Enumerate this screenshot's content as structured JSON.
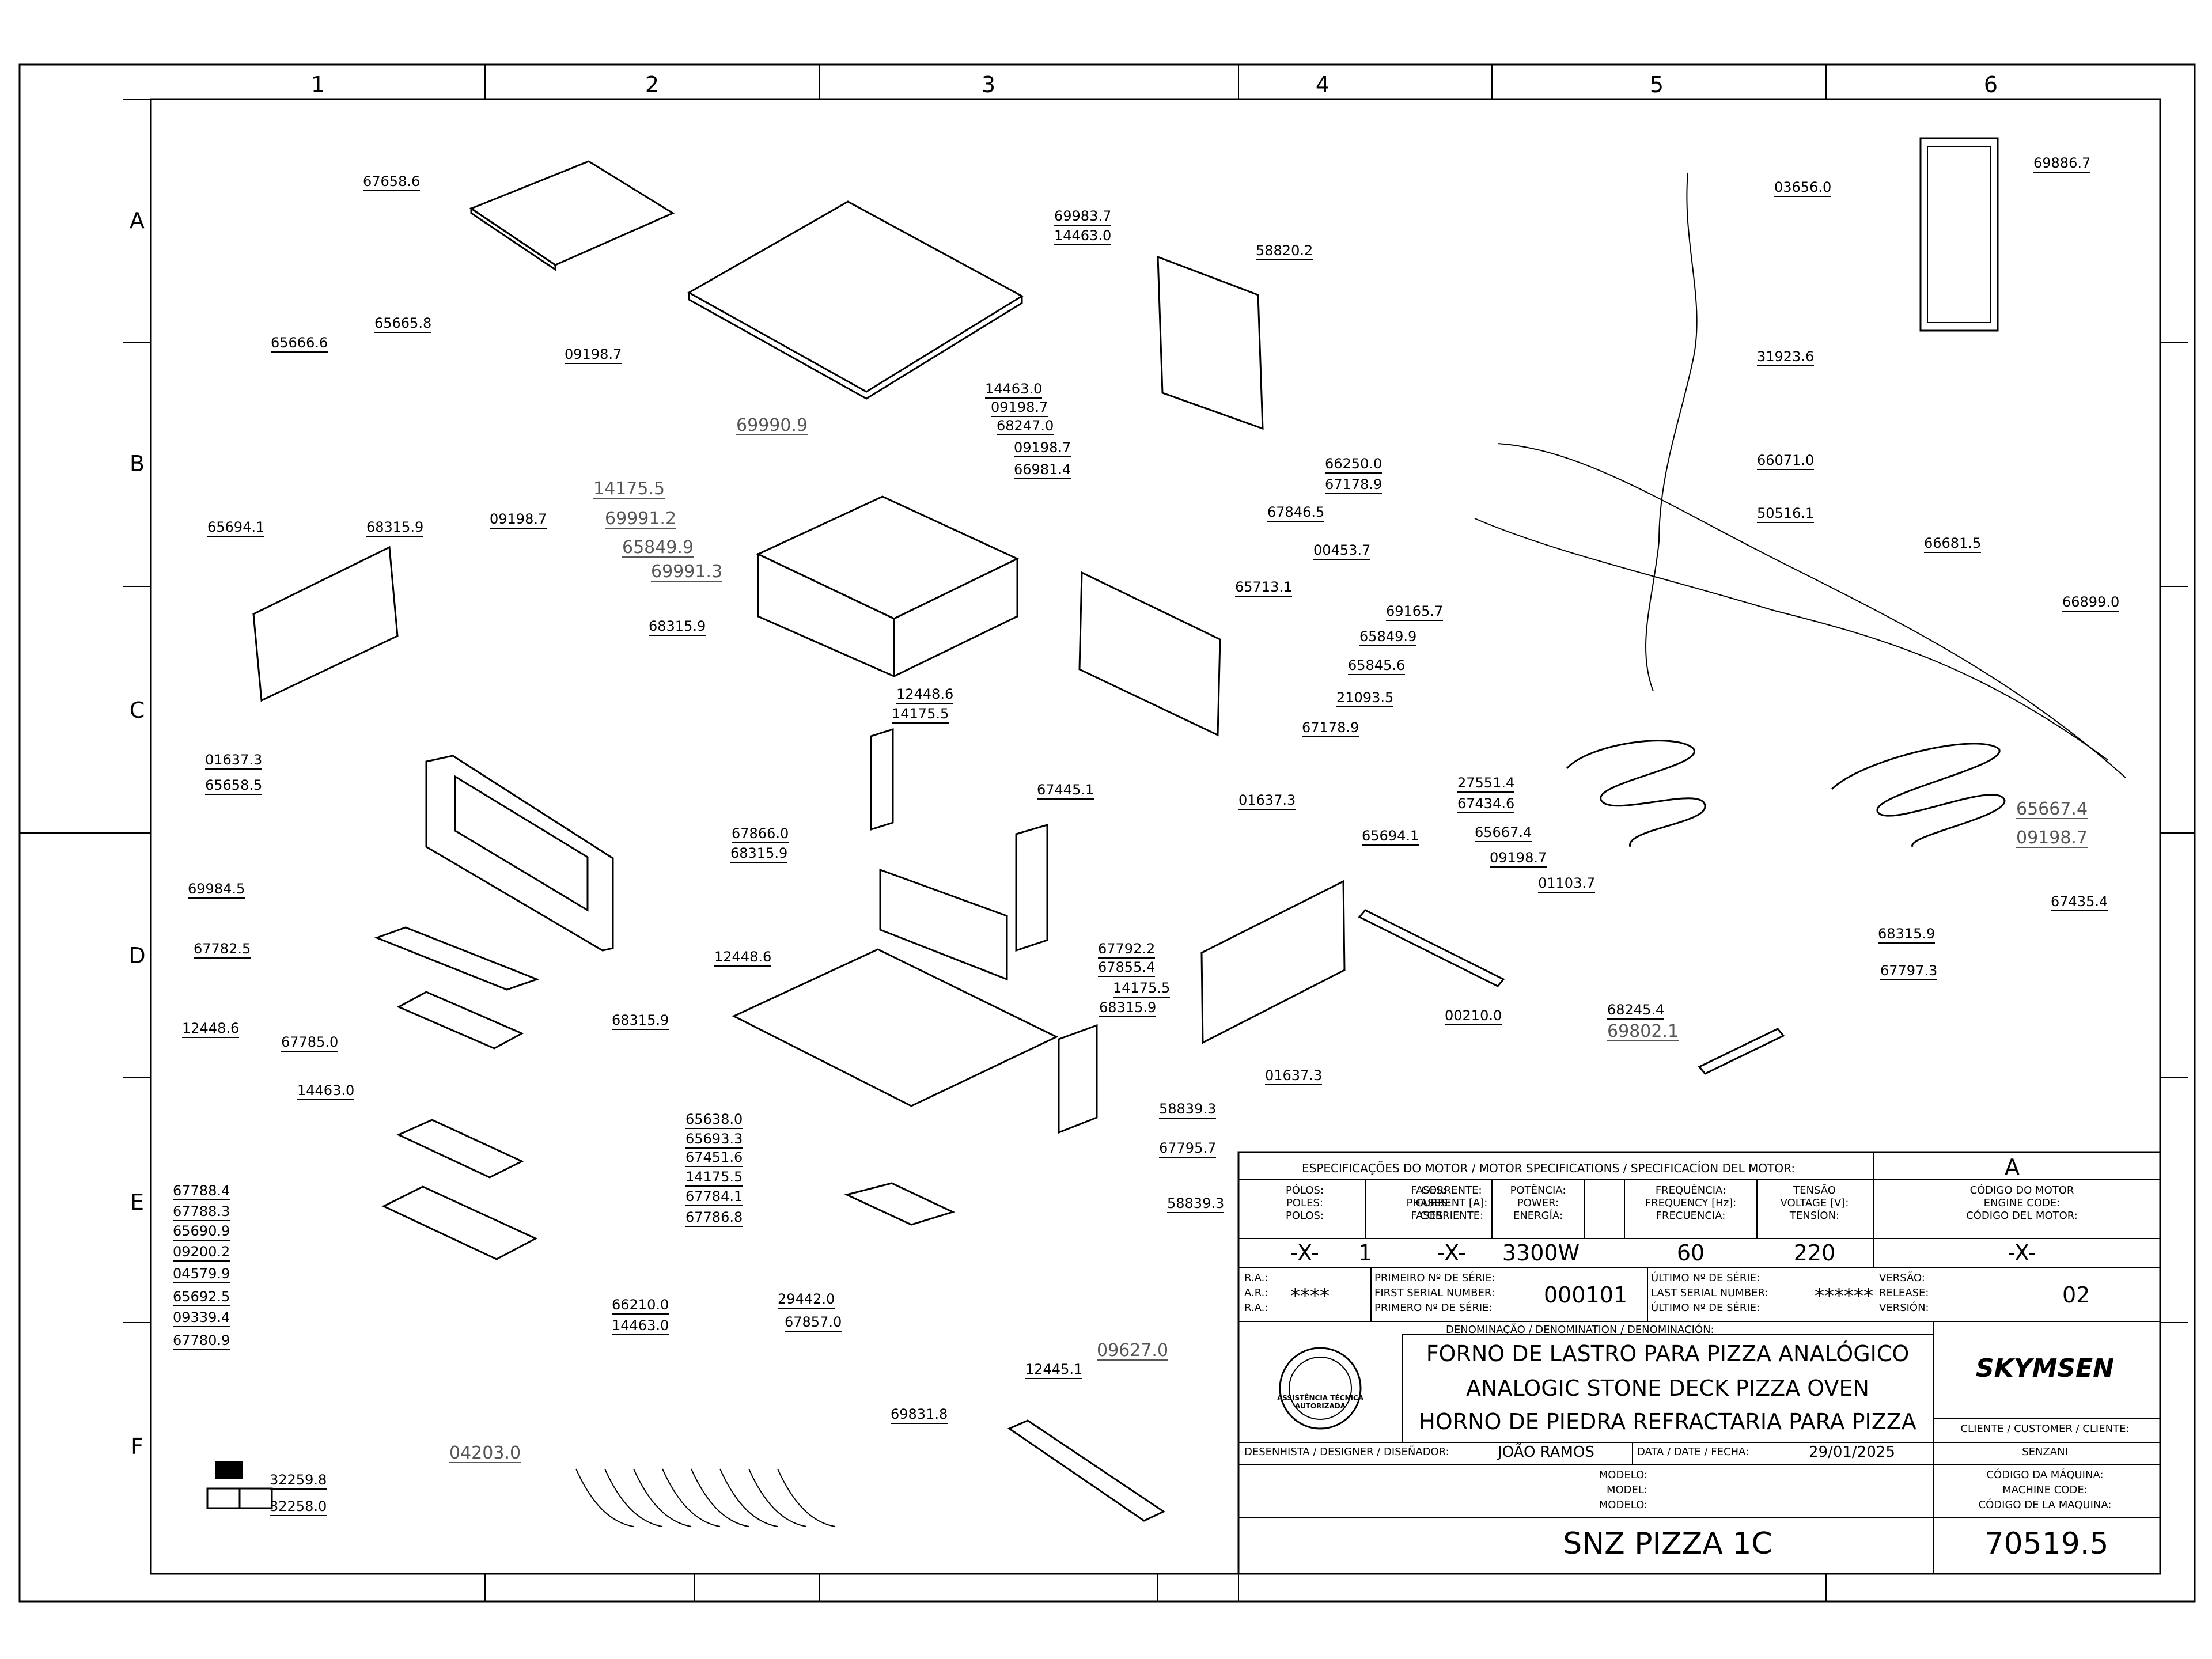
{
  "zones": {
    "columns": [
      "1",
      "2",
      "3",
      "4",
      "5",
      "6"
    ],
    "rows": [
      "A",
      "B",
      "C",
      "D",
      "E",
      "F"
    ]
  },
  "parts": [
    "67658.6",
    "69983.7",
    "14463.0",
    "58820.2",
    "03656.0",
    "69886.7",
    "65665.8",
    "65666.6",
    "09198.7",
    "14463.0",
    "09198.7",
    "68247.0",
    "09198.7",
    "66981.4",
    "69990.9",
    "14175.5",
    "69991.2",
    "65849.9",
    "69991.3",
    "09198.7",
    "31923.6",
    "66250.0",
    "67178.9",
    "67846.5",
    "00453.7",
    "66071.0",
    "50516.1",
    "66681.5",
    "65694.1",
    "68315.9",
    "68315.9",
    "65713.1",
    "69165.7",
    "65849.9",
    "66899.0",
    "65845.6",
    "21093.5",
    "67178.9",
    "12448.6",
    "14175.5",
    "01637.3",
    "65658.5",
    "27551.4",
    "67434.6",
    "65667.4",
    "09198.7",
    "01637.3",
    "67445.1",
    "65667.4",
    "09198.7",
    "01103.7",
    "67866.0",
    "68315.9",
    "65694.1",
    "67435.4",
    "69984.5",
    "67782.5",
    "12448.6",
    "67792.2",
    "67855.4",
    "14175.5",
    "68315.9",
    "68315.9",
    "68315.9",
    "67797.3",
    "68245.4",
    "69802.1",
    "12448.6",
    "67785.0",
    "00210.0",
    "14463.0",
    "65638.0",
    "65693.3",
    "67451.6",
    "14175.5",
    "67784.1",
    "67786.8",
    "58839.3",
    "67795.7",
    "01637.3",
    "67788.4",
    "67788.3",
    "65690.9",
    "09200.2",
    "04579.9",
    "65692.5",
    "09339.4",
    "67780.9",
    "58839.3",
    "66210.0",
    "14463.0",
    "29442.0",
    "67857.0",
    "09627.0",
    "12445.1",
    "69831.8",
    "04203.0",
    "32259.8",
    "32258.0"
  ],
  "title_block": {
    "motor_header": "ESPECIFICAÇÕES DO MOTOR / MOTOR SPECIFICATIONS / SPECIFICACÍON DEL MOTOR:",
    "rev_letter": "A",
    "poles_label": [
      "PÓLOS:",
      "POLES:",
      "POLOS:"
    ],
    "phases_label": [
      "FASES:",
      "PHASES:",
      "FASES:"
    ],
    "current_label": [
      "CORRENTE:",
      "CURRENT [A]:",
      "CORRIENTE:"
    ],
    "power_label": [
      "POTÊNCIA:",
      "POWER:",
      "ENERGÍA:"
    ],
    "frequency_label": [
      "FREQUÊNCIA:",
      "FREQUENCY [Hz]:",
      "FRECUENCIA:"
    ],
    "voltage_label": [
      "TENSÃO",
      "VOLTAGE [V]:",
      "TENSÍON:"
    ],
    "motor_code_label": [
      "CÓDIGO DO MOTOR",
      "ENGINE CODE:",
      "CÓDIGO DEL MOTOR:"
    ],
    "poles_value": "-X-",
    "phases_value": "1",
    "current_value": "-X-",
    "power_value": "3300W",
    "frequency_value": "60",
    "voltage_value": "220",
    "motor_code_value": "-X-",
    "ra_label": [
      "R.A.:",
      "A.R.:",
      "R.A.:"
    ],
    "ra_value": "****",
    "first_serial_label": [
      "PRIMEIRO Nº DE SÉRIE:",
      "FIRST SERIAL NUMBER:",
      "PRIMERO Nº DE SÉRIE:"
    ],
    "first_serial_value": "000101",
    "last_serial_label": [
      "ÚLTIMO Nº DE SÉRIE:",
      "LAST SERIAL NUMBER:",
      "ÚLTIMO Nº DE SÉRIE:"
    ],
    "last_serial_value": "******",
    "version_label": [
      "VERSÃO:",
      "RELEASE:",
      "VERSIÓN:"
    ],
    "version_value": "02",
    "denomination_label": "DENOMINAÇÃO / DENOMINATION / DENOMINACIÓN:",
    "denomination_pt": "FORNO DE LASTRO PARA PIZZA ANALÓGICO",
    "denomination_en": "ANALOGIC STONE DECK PIZZA OVEN",
    "denomination_es": "HORNO DE PIEDRA REFRACTARIA PARA PIZZA",
    "brand": "SKYMSEN",
    "seal_text": "ASSISTÊNCIA TÉCNICA AUTORIZADA",
    "client_label": "CLIENTE / CUSTOMER / CLIENTE:",
    "client_value": "SENZANI",
    "designer_label": "DESENHISTA / DESIGNER / DISEÑADOR:",
    "designer_value": "JOÃO RAMOS",
    "date_label": "DATA / DATE / FECHA:",
    "date_value": "29/01/2025",
    "model_label": [
      "MODELO:",
      "MODEL:",
      "MODELO:"
    ],
    "model_value": "SNZ PIZZA 1C",
    "machine_code_label": [
      "CÓDIGO DA MÁQUINA:",
      "MACHINE CODE:",
      "CÓDIGO DE LA MAQUINA:"
    ],
    "machine_code_value": "70519.5"
  }
}
